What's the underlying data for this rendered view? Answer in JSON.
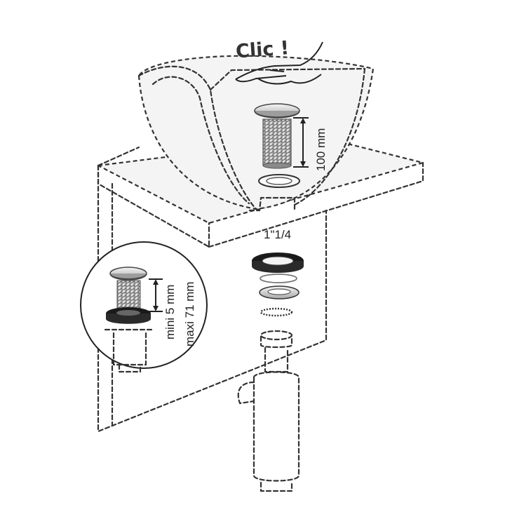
{
  "labels": {
    "clic": "Clic !",
    "height": "100 mm",
    "thread": "1\"1/4",
    "min": "mini 5 mm",
    "max": "maxi 71 mm"
  },
  "colors": {
    "line": "#333333",
    "gasket_black": "#1a1a1a",
    "chrome": "#c8c8c8"
  }
}
